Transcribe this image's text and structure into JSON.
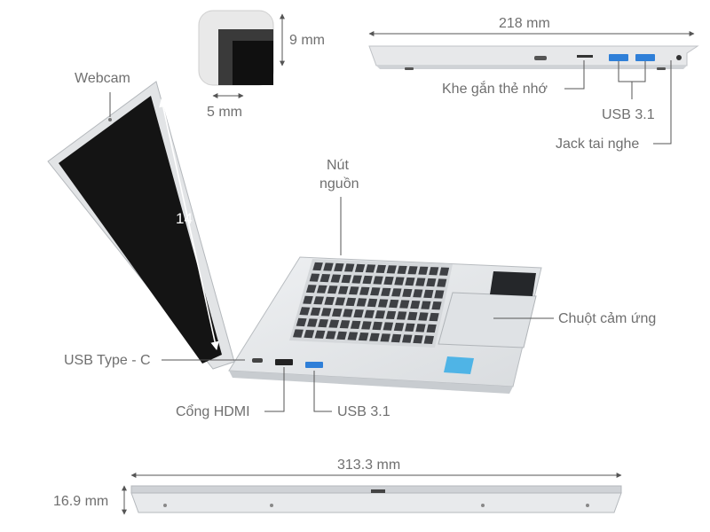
{
  "labels": {
    "webcam": "Webcam",
    "bezel_top": "9 mm",
    "bezel_side": "5 mm",
    "depth": "218 mm",
    "card_slot": "Khe gắn thẻ nhớ",
    "usb_right": "USB 3.1",
    "headphone": "Jack tai nghe",
    "power_button_line1": "Nút",
    "power_button_line2": "nguồn",
    "screen_size": "14 ”",
    "touchpad": "Chuột cảm ứng",
    "usb_type_c": "USB Type - C",
    "hdmi": "Cổng HDMI",
    "usb_left": "USB 3.1",
    "width": "313.3 mm",
    "thickness": "16.9 mm"
  },
  "colors": {
    "label": "#6f6f6f",
    "leader_line": "#555555",
    "screen": "#141414",
    "chassis": "#e4e6e8",
    "usb_port": "#2f7fd8",
    "keys": "#3e4044"
  }
}
